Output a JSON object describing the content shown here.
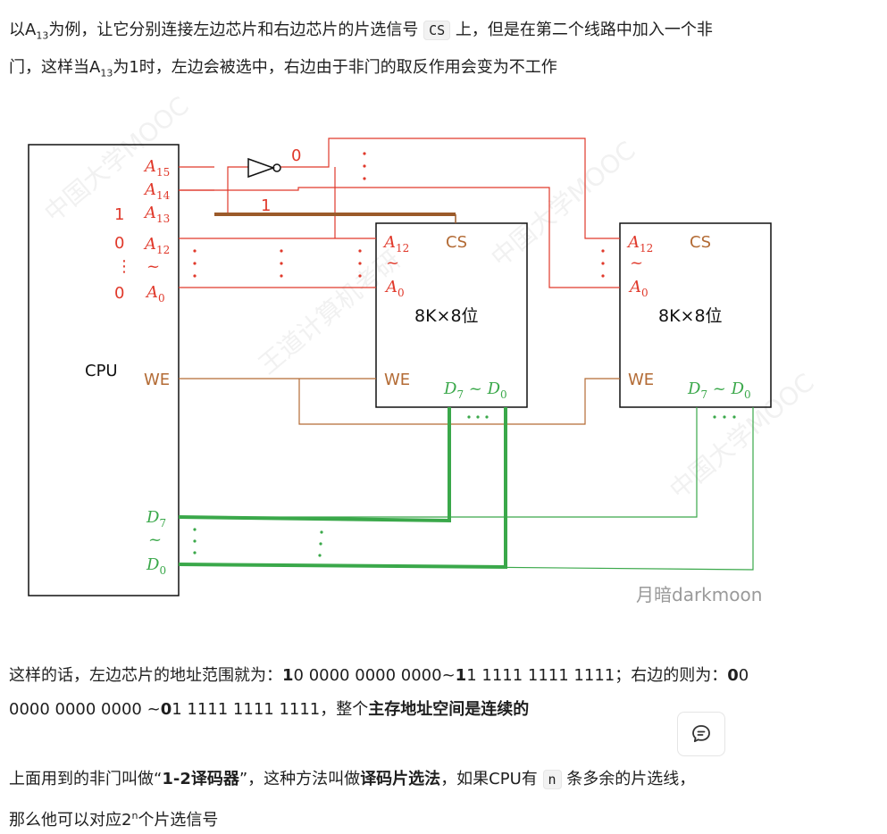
{
  "intro": {
    "t1": "以A",
    "sub1": "13",
    "t2": "为例，让它分别连接左边芯片和右边芯片的片选信号 ",
    "code_cs": "CS",
    "t3": " 上，但是在第二个线路中加入一个非",
    "t4": "门，这样当A",
    "sub2": "13",
    "t5": "为1时，左边会被选中，右边由于非门的取反作用会变为不工作"
  },
  "diagram": {
    "cpu_label": "CPU",
    "cpu_pins": {
      "a15": "A",
      "a15_sub": "15",
      "a14": "A",
      "a14_sub": "14",
      "a13": "A",
      "a13_sub": "13",
      "a12": "A",
      "a12_sub": "12",
      "a0": "A",
      "a0_sub": "0",
      "tilde": "~",
      "we": "WE",
      "d7": "D",
      "d7_sub": "7",
      "d0": "D",
      "d0_sub": "0"
    },
    "bit_values": {
      "a13": "1",
      "a12": "0",
      "dots": "⋮",
      "a0": "0"
    },
    "wire_labels": {
      "inverter_out": "0",
      "a13_line": "1"
    },
    "chip_left": {
      "a12": "A",
      "a12_sub": "12",
      "tilde": "~",
      "a0": "A",
      "a0_sub": "0",
      "cs": "CS",
      "size": "8K×8位",
      "we": "WE",
      "d7": "D",
      "d7_sub": "7",
      "range": " ~ ",
      "d0": "D",
      "d0_sub": "0"
    },
    "chip_right": {
      "a12": "A",
      "a12_sub": "12",
      "tilde": "~",
      "a0": "A",
      "a0_sub": "0",
      "cs": "CS",
      "size": "8K×8位",
      "we": "WE",
      "d7": "D",
      "d7_sub": "7",
      "range": " ~ ",
      "d0": "D",
      "d0_sub": "0"
    },
    "signature": "月暗darkmoon",
    "colors": {
      "address": "#e0392b",
      "control": "#b36b35",
      "data": "#3aa84a",
      "ink": "#111111"
    }
  },
  "para2": {
    "t1": "这样的话，左边芯片的地址范围就为：",
    "b1": "1",
    "t2": "0 0000 0000 0000~",
    "b2": "1",
    "t3": "1 1111 1111 1111；右边的则为：",
    "b3": "0",
    "t4": "0",
    "t5": "0000 0000 0000 ~",
    "b4": "0",
    "t6": "1 1111 1111 1111，整个",
    "b5": "主存地址空间是连续的"
  },
  "para3": {
    "t1": "上面用到的非门叫做“",
    "b1": "1-2译码器",
    "t2": "”，这种方法叫做",
    "b2": "译码片选法",
    "t3": "，如果CPU有 ",
    "code_n": "n",
    "t4": " 条多余的片选线，",
    "t5": "那么他可以对应2",
    "sup": "n",
    "t6": "个片选信号"
  }
}
